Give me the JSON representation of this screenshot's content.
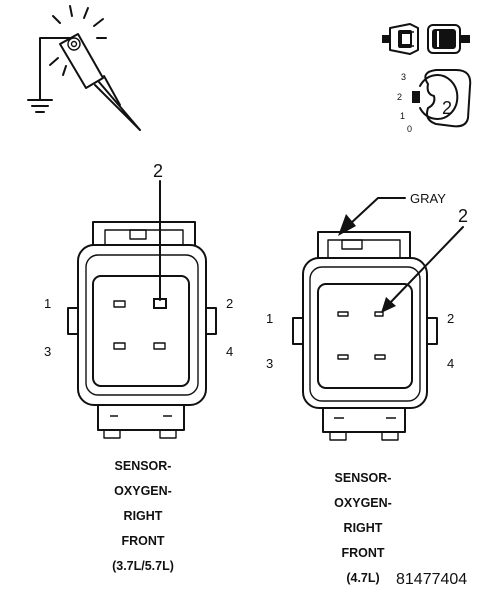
{
  "figure_id": "81477404",
  "icons": {
    "probe": "test-probe-to-ground-icon",
    "connector": "connector-separated-icon",
    "ignition": "ignition-switch-icon"
  },
  "ignition": {
    "positions": [
      "3",
      "2",
      "1",
      "0"
    ],
    "selected": "2"
  },
  "connector_left": {
    "pin_callout": "2",
    "pins": [
      "1",
      "2",
      "3",
      "4"
    ],
    "caption": [
      "SENSOR-",
      "OXYGEN-",
      "RIGHT",
      "FRONT",
      "(3.7L/5.7L)"
    ]
  },
  "connector_right": {
    "gray_label": "GRAY",
    "pin_callout": "2",
    "pins": [
      "1",
      "2",
      "3",
      "4"
    ],
    "caption": [
      "SENSOR-",
      "OXYGEN-",
      "RIGHT",
      "FRONT"
    ],
    "engine": "(4.7L)"
  }
}
